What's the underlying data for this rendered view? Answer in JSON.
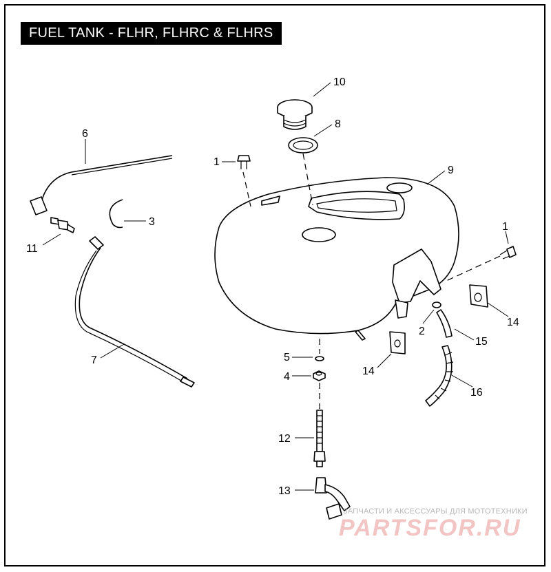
{
  "title": "FUEL TANK - FLHR, FLHRC & FLHRS",
  "callouts": {
    "c1a": "1",
    "c1b": "1",
    "c2": "2",
    "c3": "3",
    "c4": "4",
    "c5": "5",
    "c6": "6",
    "c7": "7",
    "c8": "8",
    "c9": "9",
    "c10": "10",
    "c11": "11",
    "c12": "12",
    "c13": "13",
    "c14a": "14",
    "c14b": "14",
    "c15": "15",
    "c16": "16"
  },
  "watermark": {
    "subtitle": "ЗАПЧАСТИ И АКСЕССУАРЫ ДЛЯ МОТОТЕХНИКИ",
    "logo": "PARTSFOR.RU"
  }
}
